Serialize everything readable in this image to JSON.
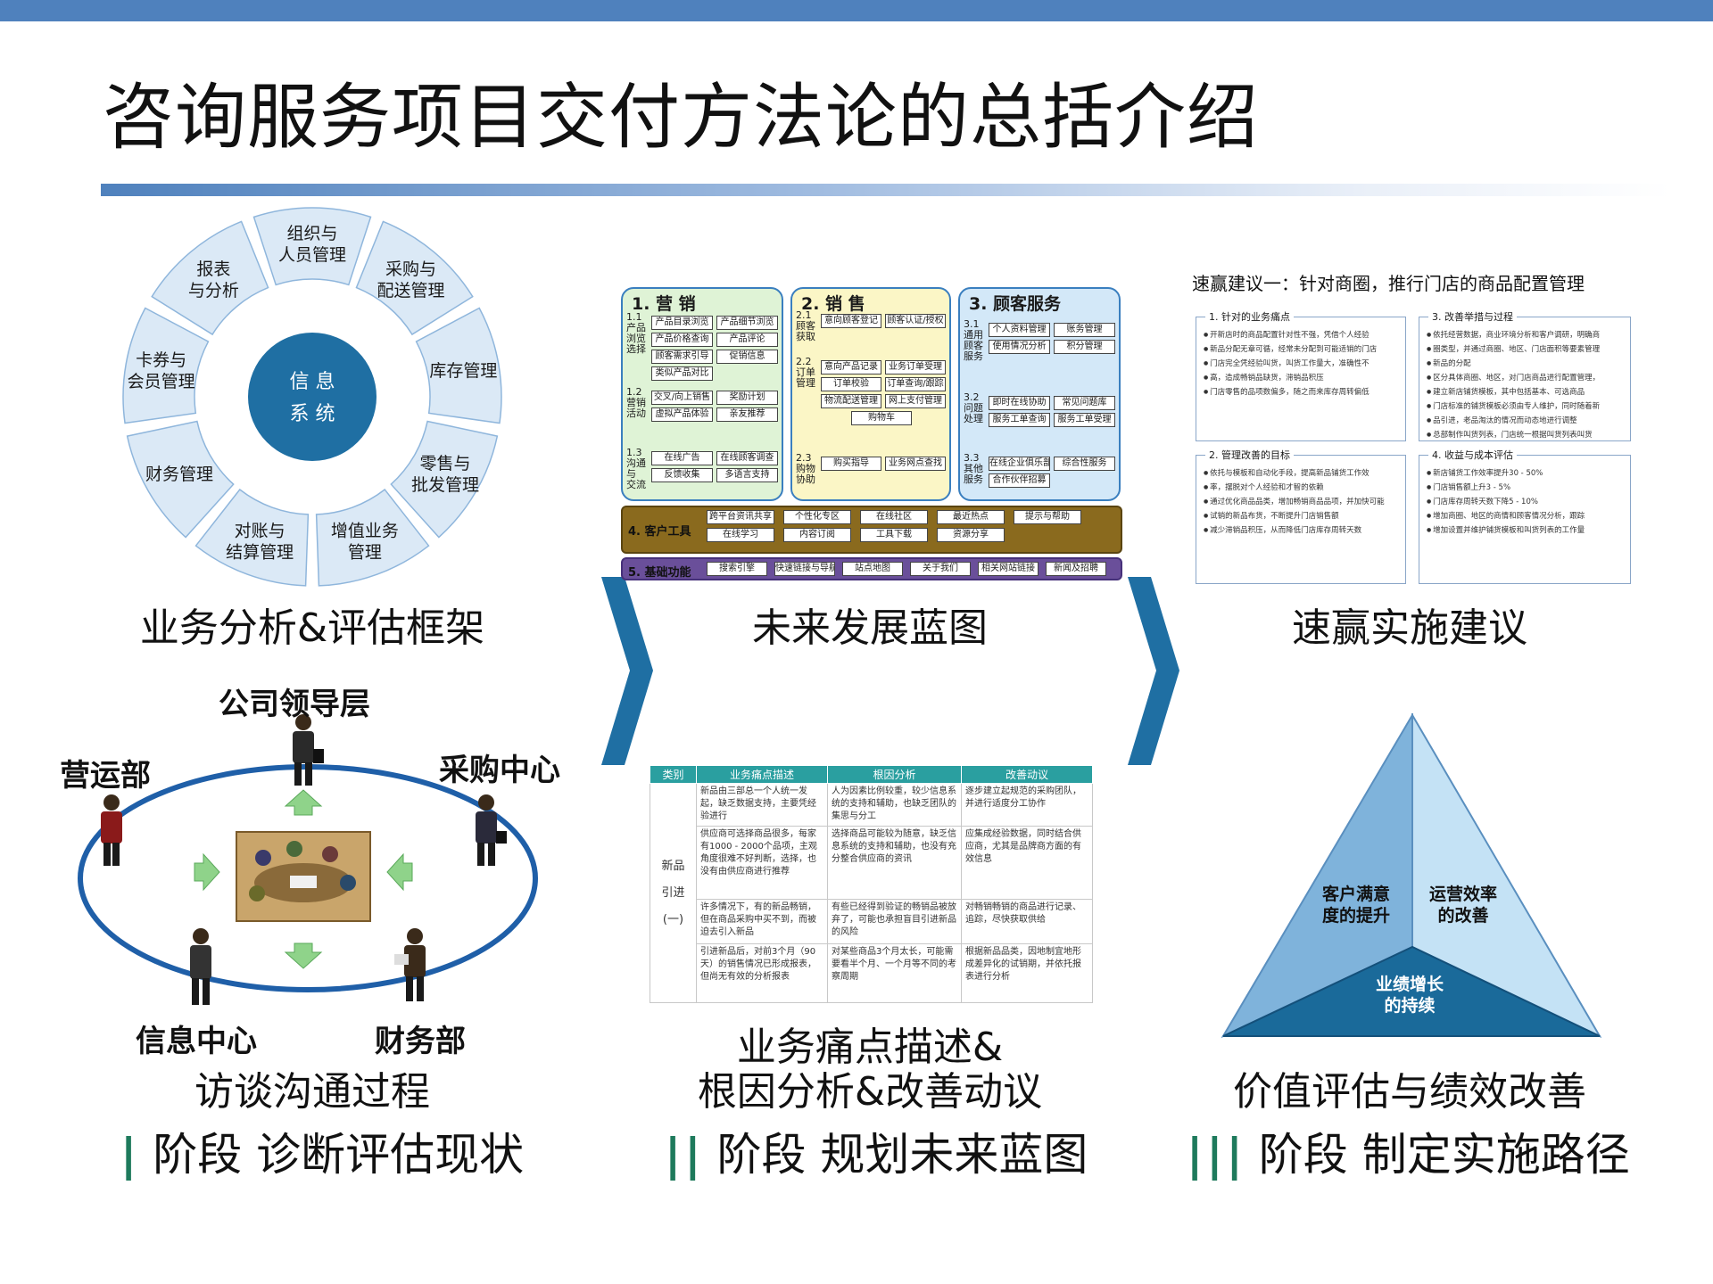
{
  "title": "咨询服务项目交付方法论的总括介绍",
  "colors": {
    "brand_blue": "#4f81bd",
    "chevron": "#1f6fa3",
    "phase_bar": "#1e7a5c",
    "wheel_center": "#1f6fa3",
    "wheel_segment": "#dbe9f6",
    "teal_header": "#2a9fa0"
  },
  "framework": {
    "center_line1": "信 息",
    "center_line2": "系 统",
    "segments": [
      "组织与\n人员管理",
      "采购与\n配送管理",
      "库存管理",
      "零售与\n批发管理",
      "增值业务\n管理",
      "对账与\n结算管理",
      "财务管理",
      "卡券与\n会员管理",
      "报表\n与分析"
    ],
    "caption": "业务分析&评估框架"
  },
  "interview": {
    "top": "公司领导层",
    "left": "营运部",
    "right": "采购中心",
    "bottom_left": "信息中心",
    "bottom_right": "财务部",
    "caption": "访谈沟通过程"
  },
  "blueprint": {
    "caption": "未来发展蓝图",
    "col1": {
      "title": "1. 营 销",
      "groups": [
        {
          "label": "1.1\n产品\n浏览\n选择",
          "boxes": [
            "产品目录浏览",
            "产品细节浏览",
            "产品价格查询",
            "产品评论",
            "顾客需求引导",
            "促销信息",
            "类似产品对比"
          ]
        },
        {
          "label": "1.2\n营销\n活动",
          "boxes": [
            "交叉/向上销售",
            "奖励计划",
            "虚拟产品体验",
            "亲友推荐"
          ]
        },
        {
          "label": "1.3\n沟通\n与\n交流",
          "boxes": [
            "在线广告",
            "在线顾客调查",
            "反馈收集",
            "多语言支持"
          ]
        }
      ]
    },
    "col2": {
      "title": "2. 销 售",
      "groups": [
        {
          "label": "2.1\n顾客\n获取",
          "boxes": [
            "意向顾客登记",
            "顾客认证/授权"
          ]
        },
        {
          "label": "2.2\n订单\n管理",
          "boxes": [
            "意向产品记录",
            "业务订单受理",
            "订单校验",
            "订单查询/跟踪",
            "物流配送管理",
            "网上支付管理",
            "购物车"
          ]
        },
        {
          "label": "2.3\n购物\n协助",
          "boxes": [
            "购买指导",
            "业务网点查找"
          ]
        }
      ]
    },
    "col3": {
      "title": "3. 顾客服务",
      "groups": [
        {
          "label": "3.1\n通用\n顾客\n服务",
          "boxes": [
            "个人资料管理",
            "账务管理",
            "使用情况分析",
            "积分管理"
          ]
        },
        {
          "label": "3.2\n问题\n处理",
          "boxes": [
            "即时在线协助",
            "常见问题库",
            "服务工单查询",
            "服务工单受理"
          ]
        },
        {
          "label": "3.3\n其他\n服务",
          "boxes": [
            "在线企业俱乐部",
            "综合性服务",
            "合作伙伴招募"
          ]
        }
      ]
    },
    "band4": {
      "label": "4. 客户工具",
      "boxes": [
        "跨平台资讯共享",
        "个性化专区",
        "在线社区",
        "最近热点",
        "提示与帮助",
        "在线学习",
        "内容订阅",
        "工具下载",
        "资源分享"
      ]
    },
    "band5": {
      "label": "5. 基础功能",
      "boxes": [
        "搜索引擎",
        "快速链接与导航",
        "站点地图",
        "关于我们",
        "相关网站链接",
        "新闻及招聘"
      ]
    }
  },
  "quickwin": {
    "title": "速赢建议一：针对商圈，推行门店的商品配置管理",
    "caption": "速赢实施建议",
    "panels": [
      {
        "title": "1. 针对的业务痛点",
        "items": [
          "开新店时的商品配置针对性不强，凭借个人经验",
          "新品分配无章可循，经常未分配到可能适销的门店",
          "门店完全凭经验叫货，叫货工作量大，准确性不",
          "高，造成畅销品缺货，滞销品积压",
          "门店零售的品项数偏多，随之而来库存周转偏低"
        ]
      },
      {
        "title": "3. 改善举措与过程",
        "items": [
          "依托经营数据，商业环境分析和客户调研，明确商",
          "圈类型，并通过商圈、地区、门店面积等要素管理",
          "新品的分配",
          "区分具体商圈、地区，对门店商品进行配置管理，",
          "建立新店铺货模板，其中包括基本、可选商品",
          "门店标准的铺货模板必须由专人维护，同时随着新",
          "品引进，老品淘汰的情况而动态地进行调整",
          "总部制作叫货列表，门店统一根据叫货列表叫货"
        ]
      },
      {
        "title": "2. 管理改善的目标",
        "items": [
          "依托与模板和自动化手段，提高新品铺货工作效",
          "率，摆脱对个人经验和才智的依赖",
          "通过优化商品品类，增加畅销商品品项，并加快可能",
          "试销的新品布货，不断提升门店销售额",
          "减少滞销品积压，从而降低门店库存周转天数"
        ]
      },
      {
        "title": "4. 收益与成本评估",
        "items": [
          "新店铺货工作效率提升30 - 50%",
          "门店销售额上升3 - 5%",
          "门店库存周转天数下降5 - 10%",
          "增加商圈、地区的商情和顾客情况分析，跟踪",
          "增加设置并维护铺货模板和叫货列表的工作量"
        ]
      }
    ]
  },
  "pain_table": {
    "headers": [
      "类别",
      "业务痛点描述",
      "根因分析",
      "改善动议"
    ],
    "category": "新品\n引进\n(一)",
    "rows": [
      [
        "新品由三部总一个人统一发起，缺乏数据支持，主要凭经验进行",
        "人为因素比例较重，较少信息系统的支持和辅助，也缺乏团队的集思与分工",
        "逐步建立起规范的采购团队，并进行适度分工协作"
      ],
      [
        "供应商可选择商品很多，每家有1000 - 2000个品项，主观角度很难不好判断，选择，也没有由供应商进行推荐",
        "选择商品可能较为随意，缺乏信息系统的支持和辅助，也没有充分整合供应商的资讯",
        "应集成经验数据，同时结合供应商，尤其是品牌商方面的有效信息"
      ],
      [
        "许多情况下，有的新品畅销，但在商品采购中买不到，而被迫去引入新品",
        "有些已经得到验证的畅销品被放弃了，可能也承担盲目引进新品的风险",
        "对畅销畅销的商品进行记录、追踪，尽快获取供给"
      ],
      [
        "引进新品后，对前3个月（90天）的销售情况已形成报表，但尚无有效的分析报表",
        "对某些商品3个月太长，可能需要看半个月、一个月等不同的考察周期",
        "根据新品品类，因地制宜地形成差异化的试销期，并依托报表进行分析"
      ]
    ],
    "caption_line1": "业务痛点描述&",
    "caption_line2": "根因分析&改善动议"
  },
  "value": {
    "left": "客户满意\n度的提升",
    "right": "运营效率\n的改善",
    "bottom": "业绩增长\n的持续",
    "caption": "价值评估与绩效改善"
  },
  "phases": [
    {
      "bars": "|",
      "label": "阶段  诊断评估现状"
    },
    {
      "bars": "||",
      "label": "阶段  规划未来蓝图"
    },
    {
      "bars": "|||",
      "label": "阶段  制定实施路径"
    }
  ]
}
